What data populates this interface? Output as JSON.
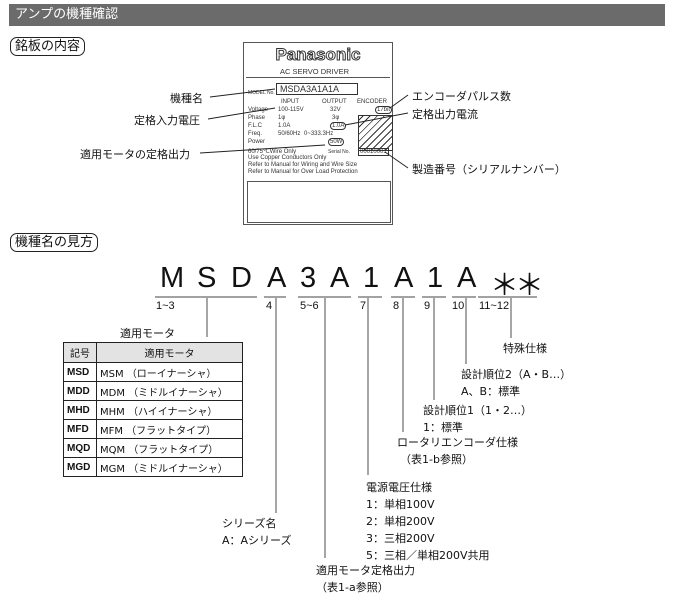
{
  "header": {
    "title": "アンプの機種確認"
  },
  "nameplate_section": {
    "label": "銘板の内容",
    "plate": {
      "brand": "Panasonic",
      "product": "AC SERVO DRIVER",
      "model_label": "MODEL No.",
      "model": "MSDA3A1A1A",
      "col_input": "INPUT",
      "col_output": "OUTPUT",
      "col_encoder": "ENCODER",
      "rows": [
        {
          "k": "Voltage",
          "in": "100-115V",
          "out": "32V"
        },
        {
          "k": "Phase",
          "in": "1φ",
          "out": "3φ"
        },
        {
          "k": "F.L.C",
          "in": "1.0A",
          "out": "1.0A"
        },
        {
          "k": "Freq.",
          "in": "50/60Hz",
          "out": "0~333.3Hz"
        },
        {
          "k": "Power",
          "in": "",
          "out": "50W"
        }
      ],
      "encoder": "17bit",
      "serial_label": "Serial No.",
      "serial": "00010001",
      "notes": [
        "60/75℃Wire Only",
        "Use Copper Conductors Only",
        "Refer to Manual for Wiring and Wire Size",
        "Refer to Manual for Over Load Protection"
      ]
    },
    "callouts": {
      "model_name": "機種名",
      "rated_input_voltage": "定格入力電圧",
      "motor_rated_output": "適用モータの定格出力",
      "encoder_pulses": "エンコーダパルス数",
      "rated_output_current": "定格出力電流",
      "serial_number": "製造番号（シリアルナンバー）"
    }
  },
  "model_section": {
    "label": "機種名の見方",
    "code_chars": [
      "M",
      "S",
      "D",
      "A",
      "3",
      "A",
      "1",
      "A",
      "1",
      "A",
      "＊＊"
    ],
    "positions": [
      "1~3",
      "4",
      "5~6",
      "7",
      "8",
      "9",
      "10",
      "11~12"
    ],
    "motor_table": {
      "title": "適用モータ",
      "headers": [
        "記号",
        "適用モータ"
      ],
      "rows": [
        [
          "MSD",
          "MSM （ローイナーシャ）"
        ],
        [
          "MDD",
          "MDM （ミドルイナーシャ）"
        ],
        [
          "MHD",
          "MHM （ハイイナーシャ）"
        ],
        [
          "MFD",
          "MFM （フラットタイプ）"
        ],
        [
          "MQD",
          "MQM （フラットタイプ）"
        ],
        [
          "MGD",
          "MGM （ミドルイナーシャ）"
        ]
      ]
    },
    "special": "特殊仕様",
    "design2": [
      "設計順位2（A・B…）",
      "A、B：標準"
    ],
    "design1": [
      "設計順位1（1・2…）",
      "1：標準"
    ],
    "encoder_spec": [
      "ロータリエンコーダ仕様",
      "（表1-b参照）"
    ],
    "voltage_spec": [
      "電源電圧仕様",
      "1：単相100V",
      "2：単相200V",
      "3：三相200V",
      "5：三相／単相200V共用"
    ],
    "series": [
      "シリーズ名",
      "A：Aシリーズ"
    ],
    "motor_output": [
      "適用モータ定格出力",
      "（表1-a参照）"
    ]
  }
}
